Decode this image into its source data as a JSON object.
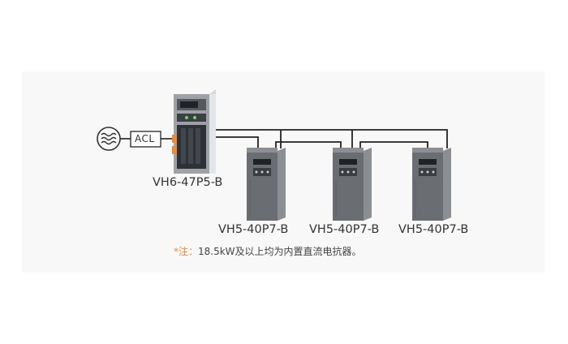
{
  "acl_label": "ACL",
  "master_label": "VH6-47P5-B",
  "slave_labels": [
    "VH5-40P7-B",
    "VH5-40P7-B",
    "VH5-40P7-B"
  ],
  "note": {
    "prefix": "*注：",
    "text": "18.5kW及以上均为内置直流电抗器。"
  },
  "icons": {
    "source": "ac-source-icon"
  },
  "colors": {
    "wire": "#222222",
    "accent": "#e88a3a",
    "drive_body": "#6a6d72"
  }
}
